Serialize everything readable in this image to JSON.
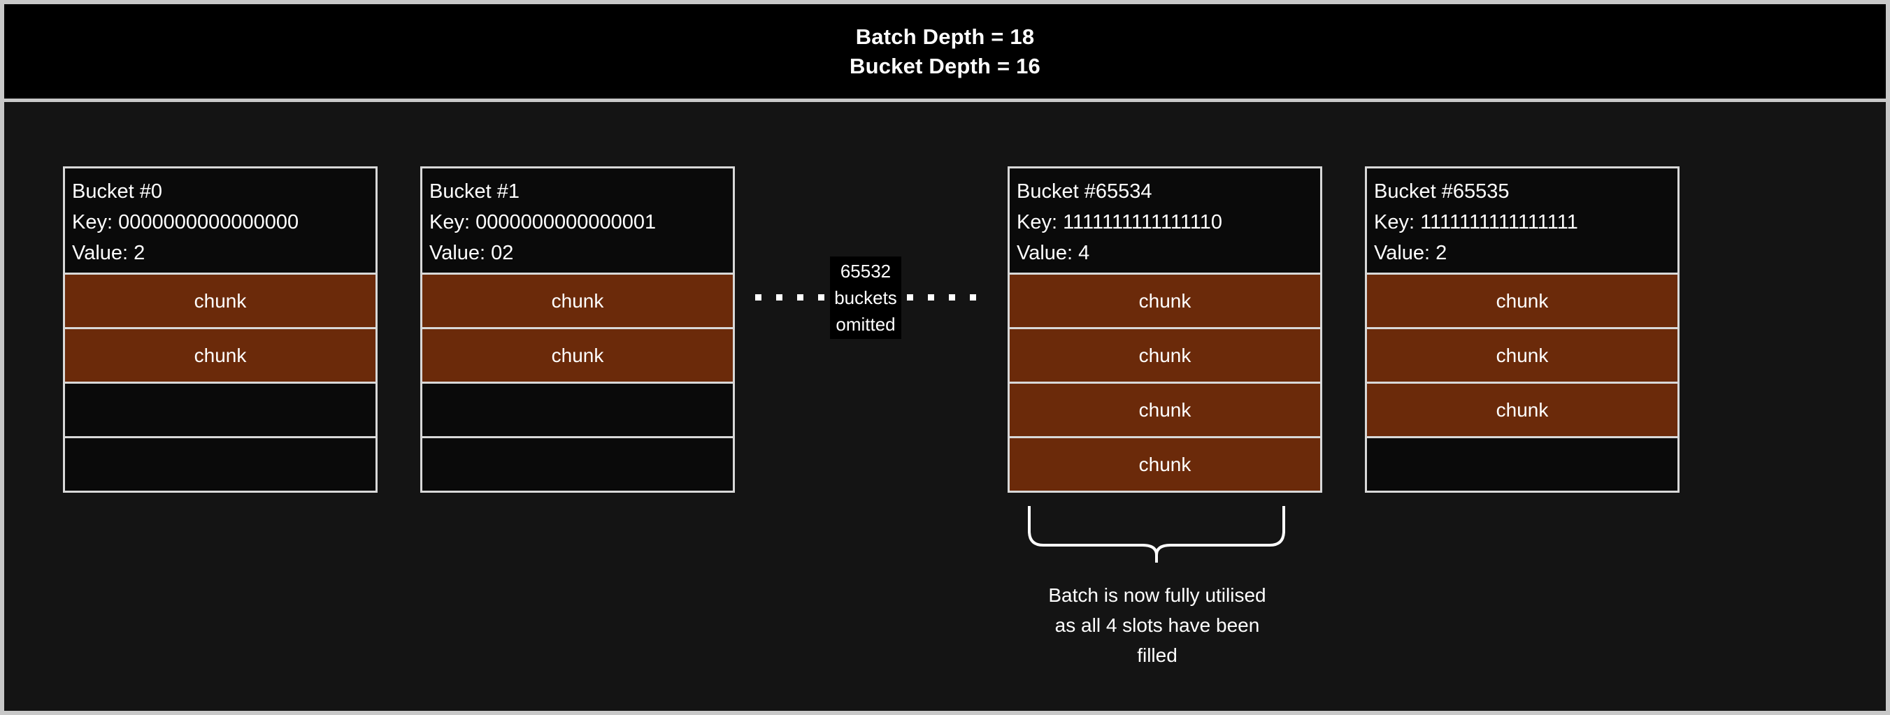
{
  "header": {
    "line1": "Batch Depth = 18",
    "line2": "Bucket Depth = 16"
  },
  "colors": {
    "page_background": "#141414",
    "header_background": "#000000",
    "frame_border": "#c8c8c8",
    "box_border": "#d8d8d8",
    "chunk_fill": "#6b2a0a",
    "text": "#ffffff"
  },
  "buckets": [
    {
      "title": "Bucket #0",
      "key_label": "Key: 0000000000000000",
      "value_label": "Value: 2",
      "slots": [
        {
          "label": "chunk",
          "filled": true
        },
        {
          "label": "chunk",
          "filled": true
        },
        {
          "label": "",
          "filled": false
        },
        {
          "label": "",
          "filled": false
        }
      ]
    },
    {
      "title": "Bucket #1",
      "key_label": "Key: 0000000000000001",
      "value_label": "Value: 02",
      "slots": [
        {
          "label": "chunk",
          "filled": true
        },
        {
          "label": "chunk",
          "filled": true
        },
        {
          "label": "",
          "filled": false
        },
        {
          "label": "",
          "filled": false
        }
      ]
    },
    {
      "title": "Bucket #65534",
      "key_label": "Key: 1111111111111110",
      "value_label": "Value: 4",
      "slots": [
        {
          "label": "chunk",
          "filled": true
        },
        {
          "label": "chunk",
          "filled": true
        },
        {
          "label": "chunk",
          "filled": true
        },
        {
          "label": "chunk",
          "filled": true
        }
      ]
    },
    {
      "title": "Bucket #65535",
      "key_label": "Key: 1111111111111111",
      "value_label": "Value: 2",
      "slots": [
        {
          "label": "chunk",
          "filled": true
        },
        {
          "label": "chunk",
          "filled": true
        },
        {
          "label": "chunk",
          "filled": true
        },
        {
          "label": "",
          "filled": false
        }
      ]
    }
  ],
  "omitted": {
    "line1": "65532",
    "line2": "buckets",
    "line3": "omitted",
    "dot_count_left": 4,
    "dot_count_right": 4
  },
  "annotation": {
    "caption_line1": "Batch is now fully utilised",
    "caption_line2": "as all 4 slots have been",
    "caption_line3": "filled",
    "brace_target": "Bucket #65534"
  }
}
